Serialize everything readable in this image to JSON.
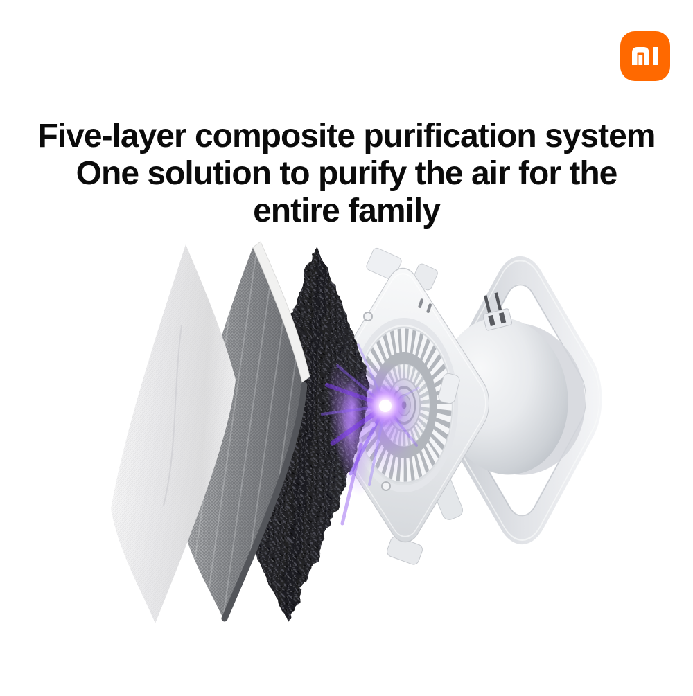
{
  "brand": {
    "name": "Xiaomi",
    "logo_monogram": "mi",
    "logo_color": "#ff6900"
  },
  "headline": {
    "lines": [
      "Five-layer composite purification system",
      "One solution to purify the air for the",
      "entire family"
    ],
    "color": "#0b0b0b"
  },
  "scene": {
    "description": "exploded view of five-layer purification module",
    "background": "#ffffff",
    "uv_glow_color": "#8b5cf6",
    "layers": [
      {
        "id": "layer-1",
        "name": "fine-mesh-pre-filter-sheet",
        "color": "#ececee"
      },
      {
        "id": "layer-2",
        "name": "honeycomb-filter-sheet",
        "color": "#8f9195"
      },
      {
        "id": "layer-3",
        "name": "activated-carbon-foam-sheet",
        "color": "#242429"
      },
      {
        "id": "layer-4",
        "name": "fan-module-with-uv-led",
        "color": "#eef0f2"
      },
      {
        "id": "layer-5",
        "name": "housing-frame-and-motor-dome",
        "color": "#e3e5e9"
      }
    ]
  }
}
